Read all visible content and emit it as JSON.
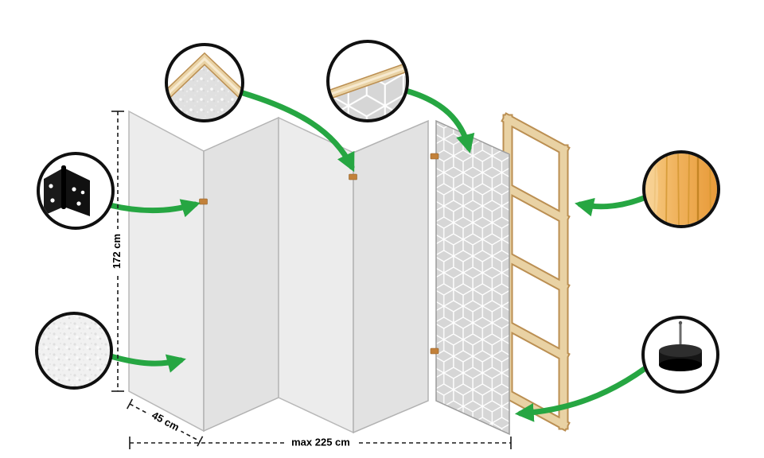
{
  "diagram": {
    "product": "folding-room-divider-construction-diagram",
    "dimensions": {
      "height_label": "172 cm",
      "panel_width_label": "45 cm",
      "total_width_label": "max 225 cm"
    },
    "colors": {
      "accent": "#26a642",
      "panel_light": "#ececec",
      "panel_dark": "#e2e2e2",
      "pattern_gray": "#d6d6d6",
      "wood": "#e9d2a4",
      "wood_dark": "#bb8f52",
      "ink": "#111111"
    },
    "callouts": [
      {
        "id": "corner-detail",
        "icon": "frame-corner-icon"
      },
      {
        "id": "pattern-detail",
        "icon": "fabric-pattern-icon"
      },
      {
        "id": "hinge-detail",
        "icon": "hinge-icon"
      },
      {
        "id": "fleece-detail",
        "icon": "fleece-texture-icon"
      },
      {
        "id": "wood-detail",
        "icon": "wood-texture-icon"
      },
      {
        "id": "foot-detail",
        "icon": "foot-pad-icon"
      }
    ]
  }
}
